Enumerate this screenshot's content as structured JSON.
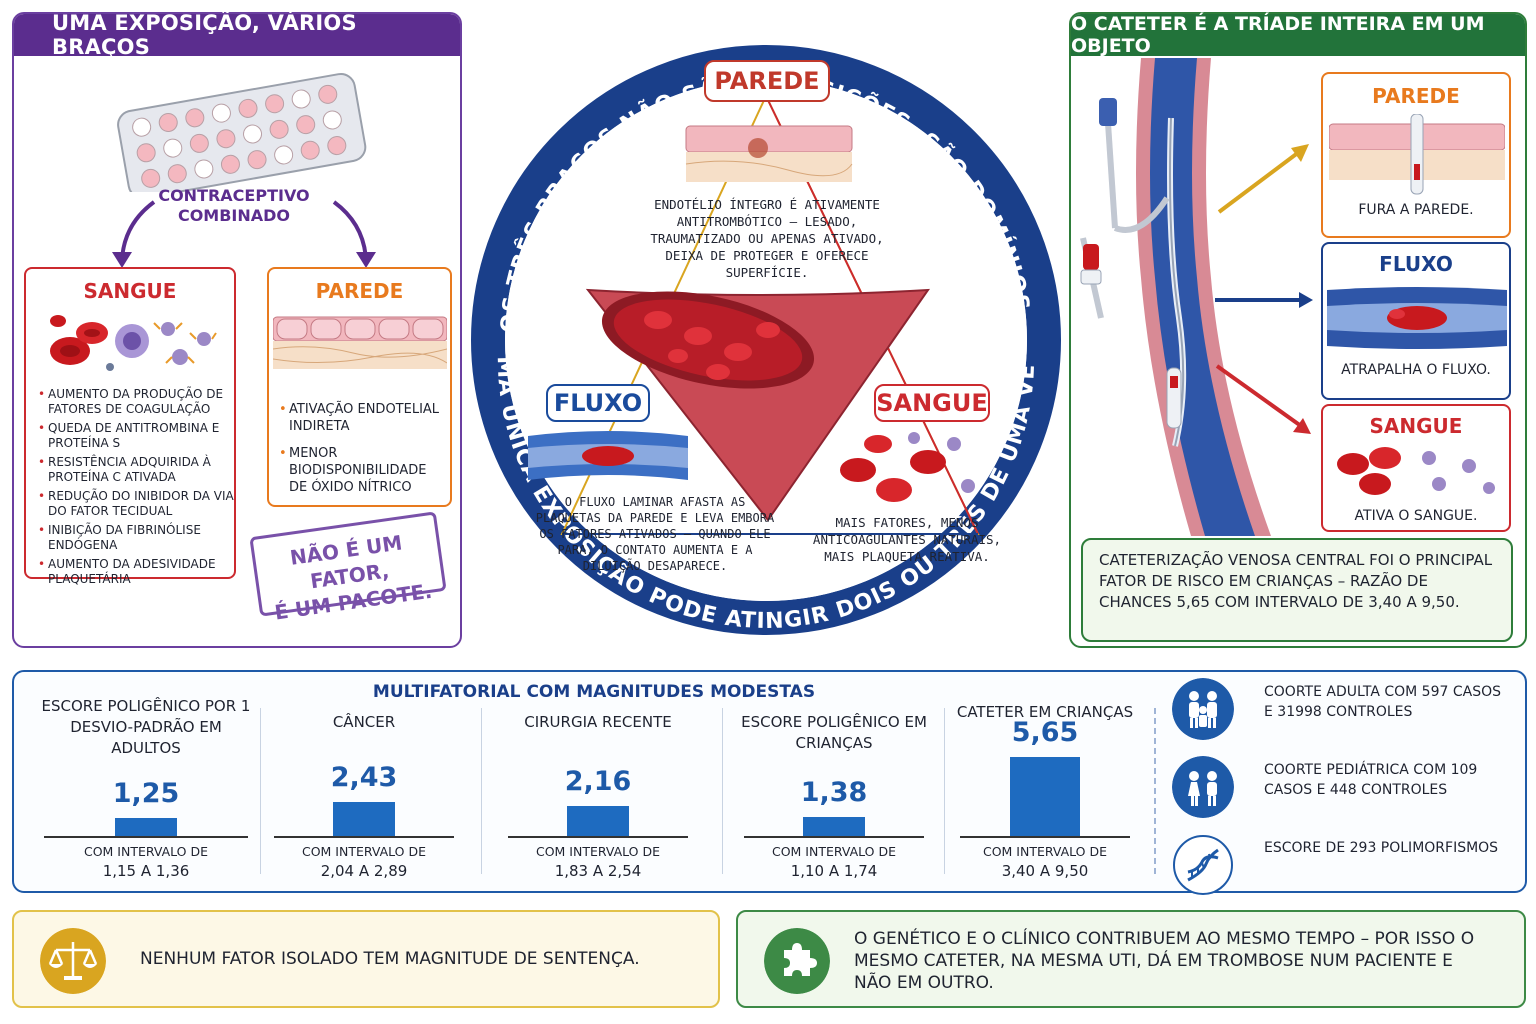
{
  "left": {
    "title": "UMA EXPOSIÇÃO, VÁRIOS BRAÇOS",
    "pill_label": "CONTRACEPTIVO COMBINADO",
    "blood": {
      "title": "SANGUE",
      "items": [
        "AUMENTO DA PRODUÇÃO DE FATORES DE COAGULAÇÃO",
        "QUEDA DE ANTITROMBINA E PROTEÍNA S",
        "RESISTÊNCIA ADQUIRIDA À PROTEÍNA C ATIVADA",
        "REDUÇÃO DO INIBIDOR DA VIA DO FATOR TECIDUAL",
        "INIBIÇÃO DA FIBRINÓLISE ENDÓGENA",
        "AUMENTO DA ADESIVIDADE PLAQUETÁRIA"
      ]
    },
    "wall": {
      "title": "PAREDE",
      "items": [
        "ATIVAÇÃO ENDOTELIAL INDIRETA",
        "MENOR BIODISPONIBILIDADE DE ÓXIDO NÍTRICO"
      ]
    },
    "stamp_line1": "NÃO É UM FATOR,",
    "stamp_line2": "É UM PACOTE."
  },
  "center": {
    "arc_top": "OS TRÊS BRAÇOS NÃO SÃO EXPOSIÇÕES, SÃO DOMÍNIOS –",
    "arc_bottom": "UMA ÚNICA EXPOSIÇÃO PODE ATINGIR DOIS OU TRÊS DE UMA VEZ.",
    "wall_tag": "PAREDE",
    "wall_text": "ENDOTÉLIO ÍNTEGRO É ATIVAMENTE ANTITROMBÓTICO – LESADO, TRAUMATIZADO OU APENAS ATIVADO, DEIXA DE PROTEGER E OFERECE SUPERFÍCIE.",
    "flow_tag": "FLUXO",
    "flow_text": "O FLUXO LAMINAR AFASTA AS PLAQUETAS DA PAREDE E LEVA EMBORA OS FATORES ATIVADOS – QUANDO ELE PARA, O CONTATO AUMENTA E A DILUIÇÃO DESAPARECE.",
    "blood_tag": "SANGUE",
    "blood_text": "MAIS FATORES, MENOS ANTICOAGULANTES NATURAIS, MAIS PLAQUETA REATIVA."
  },
  "right": {
    "title": "O CATETER É A TRÍADE INTEIRA EM UM OBJETO",
    "wall": {
      "title": "PAREDE",
      "caption": "FURA A PAREDE."
    },
    "flow": {
      "title": "FLUXO",
      "caption": "ATRAPALHA O FLUXO."
    },
    "blood": {
      "title": "SANGUE",
      "caption": "ATIVA O SANGUE."
    },
    "cvc_text": "CATETERIZAÇÃO VENOSA CENTRAL FOI O PRINCIPAL FATOR DE RISCO EM CRIANÇAS – RAZÃO DE CHANCES 5,65 COM INTERVALO DE 3,40 A 9,50."
  },
  "stats": {
    "title": "MULTIFATORIAL COM MAGNITUDES MODESTAS",
    "ci_label": "COM INTERVALO DE",
    "items": [
      {
        "label": "ESCORE POLIGÊNICO POR 1 DESVIO-PADRÃO EM ADULTOS",
        "value": "1,25",
        "num": 1.25,
        "ci": "1,15 A 1,36"
      },
      {
        "label": "CÂNCER",
        "value": "2,43",
        "num": 2.43,
        "ci": "2,04 A 2,89"
      },
      {
        "label": "CIRURGIA RECENTE",
        "value": "2,16",
        "num": 2.16,
        "ci": "1,83 A 2,54"
      },
      {
        "label": "ESCORE POLIGÊNICO EM CRIANÇAS",
        "value": "1,38",
        "num": 1.38,
        "ci": "1,10 A 1,74"
      },
      {
        "label": "CATETER EM CRIANÇAS",
        "value": "5,65",
        "num": 5.65,
        "ci": "3,40 A 9,50"
      }
    ],
    "cohorts": [
      {
        "icon": "family-icon",
        "text": "COORTE ADULTA COM 597 CASOS E 31998 CONTROLES"
      },
      {
        "icon": "children-icon",
        "text": "COORTE PEDIÁTRICA COM 109 CASOS E 448 CONTROLES"
      },
      {
        "icon": "dna-icon",
        "text": "ESCORE DE 293 POLIMORFISMOS"
      }
    ]
  },
  "bottom": {
    "left_text": "NENHUM FATOR ISOLADO TEM MAGNITUDE DE SENTENÇA.",
    "right_text": "O GENÉTICO E O CLÍNICO CONTRIBUEM AO MESMO TEMPO – POR ISSO O MESMO CATETER, NA MESMA UTI, DÁ EM TROMBOSE NUM PACIENTE E NÃO EM OUTRO."
  },
  "colors": {
    "purple": "#5b2d8e",
    "green": "#22733a",
    "blue": "#1e5aa8",
    "red": "#cc2a2f",
    "orange": "#e87a1e",
    "gold": "#d9a520"
  }
}
